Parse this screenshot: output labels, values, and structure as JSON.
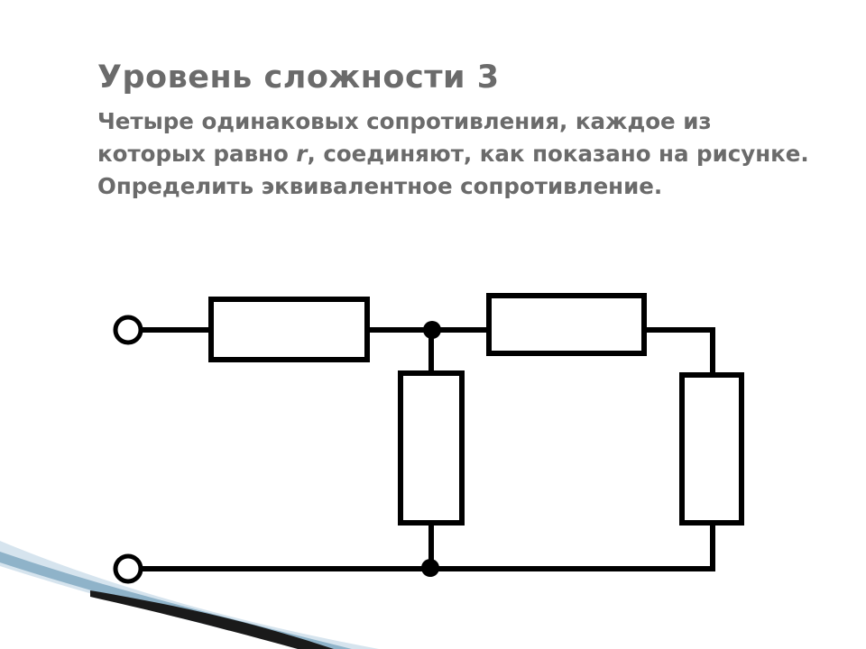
{
  "slide": {
    "title": "Уровень сложности 3",
    "problem": {
      "before_var": "Четыре одинаковых сопротивления, каждое из которых равно ",
      "var": "r",
      "after_var": ", соединяют, как показано на рисунке. Определить эквивалентное сопротивление."
    }
  },
  "colors": {
    "text": "#6b6b6b",
    "circuit": "#000000",
    "accent_dark": "#1a1a1a",
    "accent_blue": "#8fb3c9",
    "accent_light": "#d6e4ee"
  }
}
